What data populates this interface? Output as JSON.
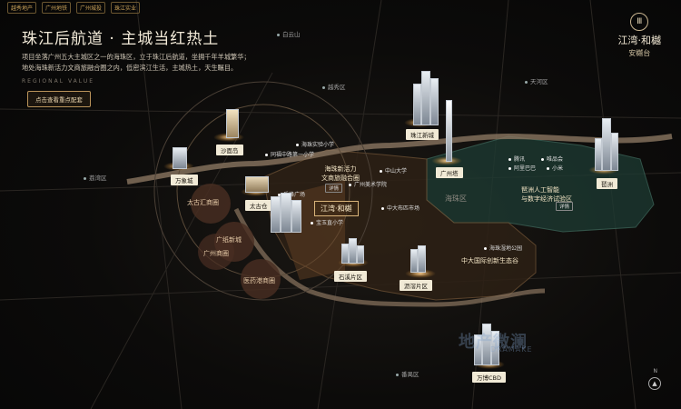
{
  "header": {
    "logos": [
      "越秀地产",
      "广州地铁",
      "广州城投",
      "珠江实业"
    ],
    "headline": "珠江后航道 · 主城当红热土",
    "intro_lines": [
      "项目坐落广州五大主城区之一的海珠区，立于珠江后航道，坐拥千年羊城繁华；",
      "地处海珠新活力文商旅融合圈之内，低密滨江生活，主城热土，天生瞩目。"
    ],
    "regional_caption": "REGIONAL VALUE",
    "view_button": "点击查看重点配套"
  },
  "brand": {
    "mark": "Ⅲ",
    "name": "江湾·和樾",
    "sub": "安樾台"
  },
  "areas": [
    "白云山",
    "越秀区",
    "天河区",
    "荔湾区",
    "海珠区",
    "番禺区"
  ],
  "landmarks": [
    "沙面岛",
    "珠江新城",
    "广州塔",
    "琶洲",
    "万象城",
    "太古仓",
    "石溪片区",
    "沥滘片区",
    "万博CBD"
  ],
  "poi": [
    "海珠实验小学",
    "同福中路第一小学",
    "中山大学",
    "广州美术学院",
    "乐峰广场",
    "宝玉直小学",
    "中大布匹市场",
    "腾讯",
    "唯品会",
    "阿里巴巴",
    "小米",
    "海珠湿地公园"
  ],
  "circles": [
    "太古汇商圈",
    "广纸新城",
    "广州商圈",
    "医药港商圈"
  ],
  "project": {
    "name": "江湾·和樾",
    "zone_title": "海珠新活力\n文商旅融合圈",
    "detail": "详情"
  },
  "pazhou": {
    "title": "琶洲人工智能\n与数字经济试验区",
    "detail": "详情"
  },
  "innovation": "中大国际创新生态谷",
  "watermark": {
    "line1": "地产微澜",
    "line2": "DRAMAKE"
  },
  "compass": "N",
  "colors": {
    "accent": "#d9b47a",
    "river": "#8a7560",
    "green_zone": "#1d3b33"
  }
}
